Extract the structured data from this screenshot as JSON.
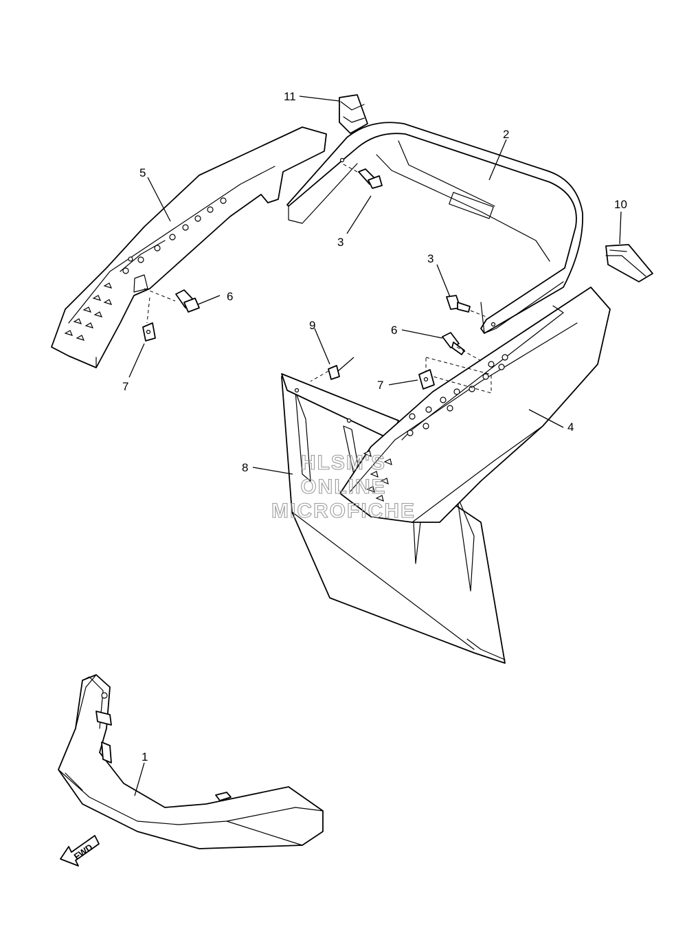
{
  "watermark": {
    "line1": "HLSM'S",
    "line2": "ONLINE",
    "line3": "MICROFICHE"
  },
  "direction_marker": "FWD",
  "callouts": [
    {
      "id": "c1",
      "label": "1"
    },
    {
      "id": "c2",
      "label": "2"
    },
    {
      "id": "c3a",
      "label": "3"
    },
    {
      "id": "c3b",
      "label": "3"
    },
    {
      "id": "c4",
      "label": "4"
    },
    {
      "id": "c5",
      "label": "5"
    },
    {
      "id": "c6a",
      "label": "6"
    },
    {
      "id": "c6b",
      "label": "6"
    },
    {
      "id": "c7a",
      "label": "7"
    },
    {
      "id": "c7b",
      "label": "7"
    },
    {
      "id": "c8",
      "label": "8"
    },
    {
      "id": "c9",
      "label": "9"
    },
    {
      "id": "c10",
      "label": "10"
    },
    {
      "id": "c11",
      "label": "11"
    }
  ]
}
